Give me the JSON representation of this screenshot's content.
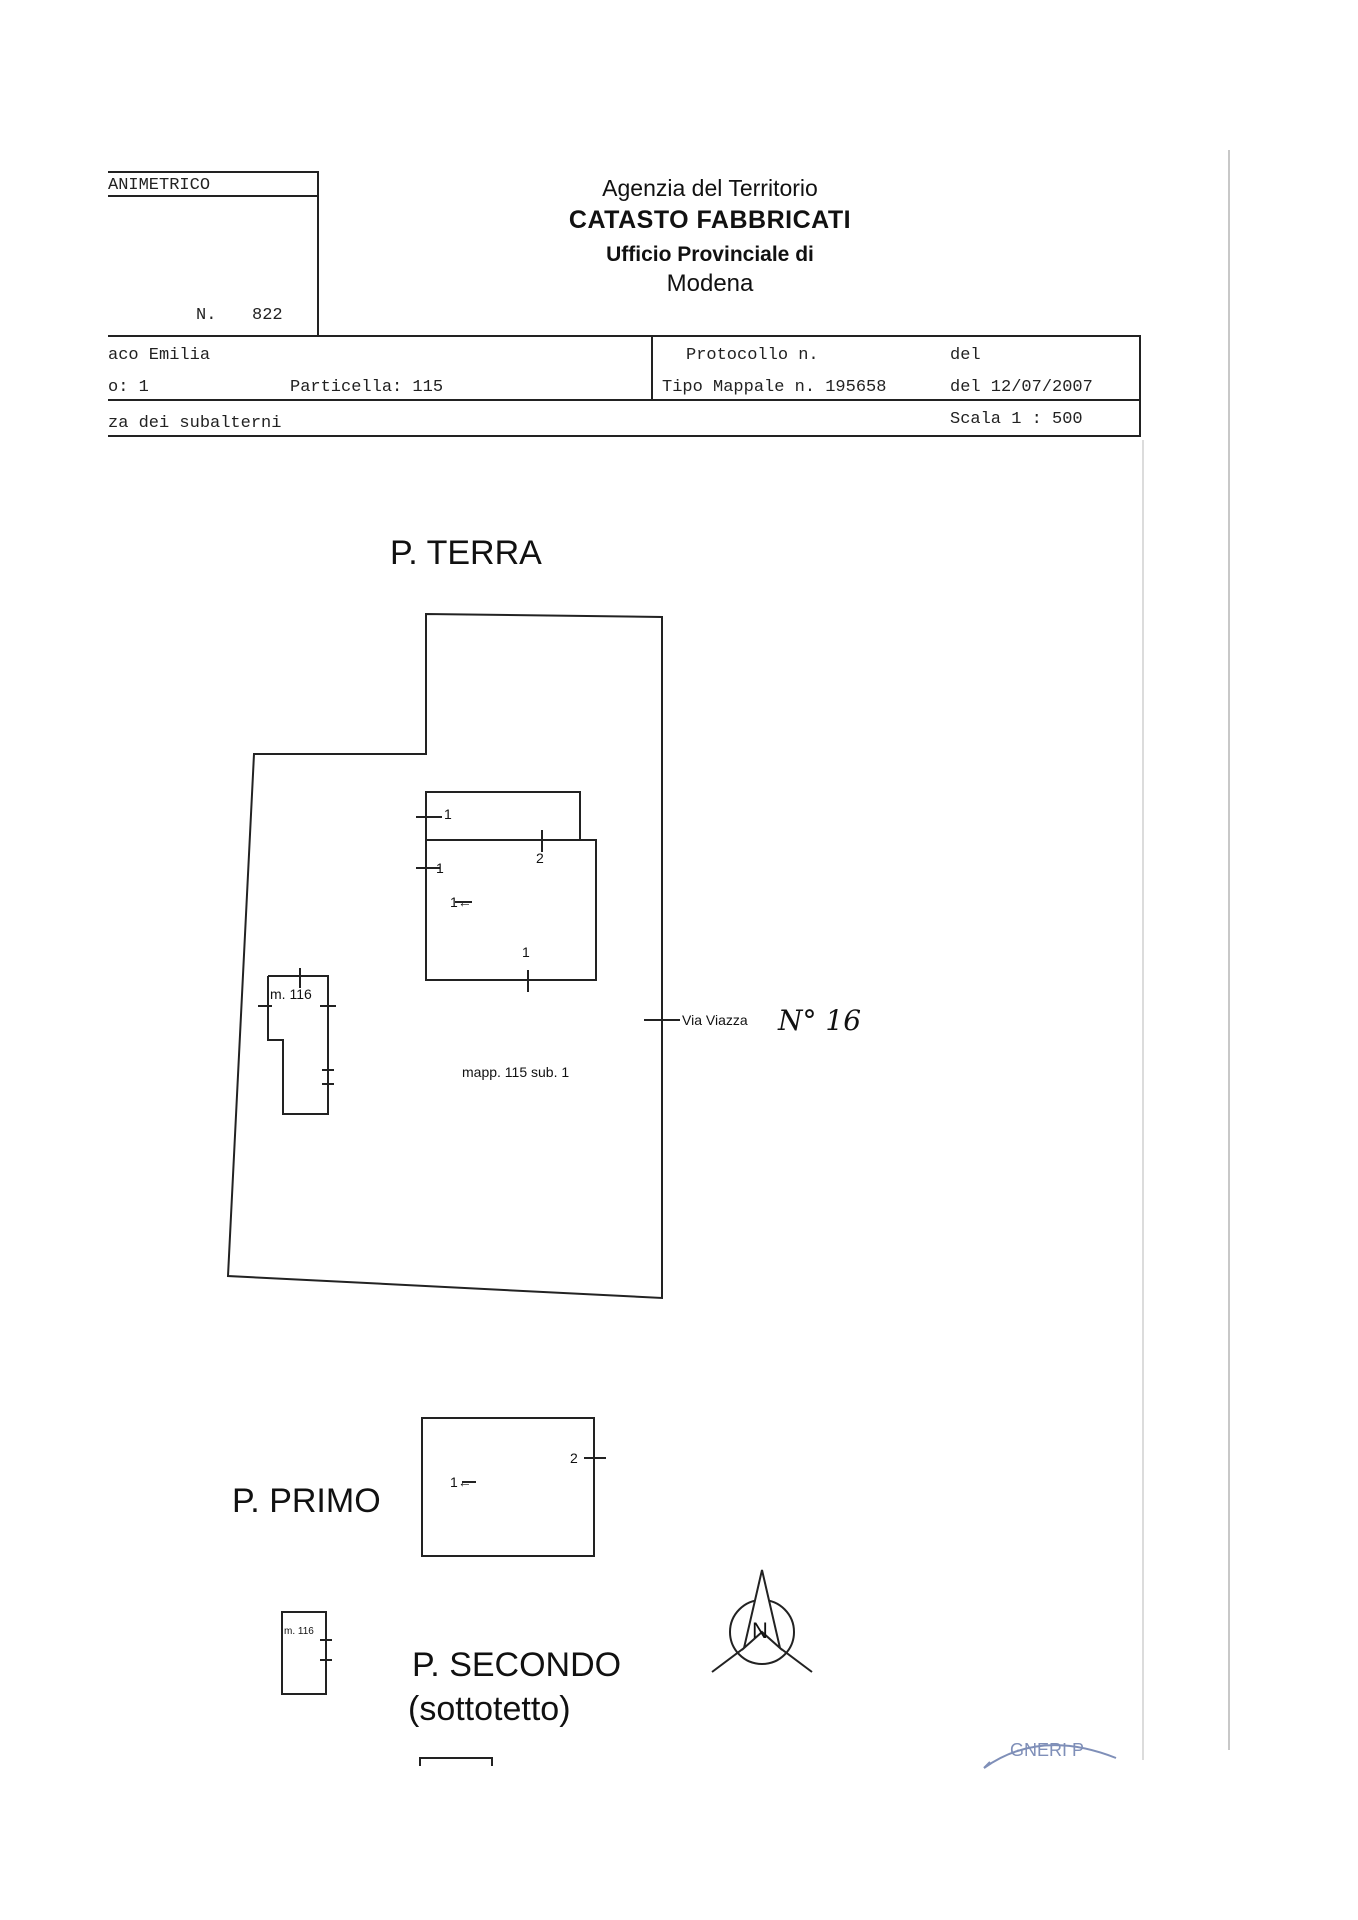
{
  "header_box": {
    "title_fragment": "ANIMETRICO",
    "number_label": "N.",
    "number_value": "822"
  },
  "agency": {
    "line1": "Agenzia del Territorio",
    "line2": "CATASTO FABBRICATI",
    "line3": "Ufficio Provinciale di",
    "line4": "Modena"
  },
  "info_table": {
    "municipality_fragment": "aco Emilia",
    "sheet_fragment": "o: 1",
    "parcel": "Particella: 115",
    "subaltern_fragment": "za dei subalterni",
    "protocol_label": "Protocollo n.",
    "protocol_del": "del",
    "mappale": "Tipo Mappale n. 195658",
    "mappale_date": "del 12/07/2007",
    "scale": "Scala 1 : 500"
  },
  "ground_floor": {
    "title": "P. TERRA",
    "annex_label": "m. 116",
    "main_label": "mapp. 115 sub. 1",
    "street_label": "Via Viazza",
    "street_number_handwritten": "N° 16",
    "markers": [
      "1",
      "1",
      "2",
      "1←",
      "1"
    ]
  },
  "first_floor": {
    "title": "P. PRIMO",
    "markers": [
      "1←",
      "2"
    ]
  },
  "second_floor": {
    "title": "P. SECONDO",
    "subtitle": "(sottotetto)",
    "annex_label": "m. 116"
  },
  "stamp_fragment": "GNERI P",
  "north_letter": "N"
}
